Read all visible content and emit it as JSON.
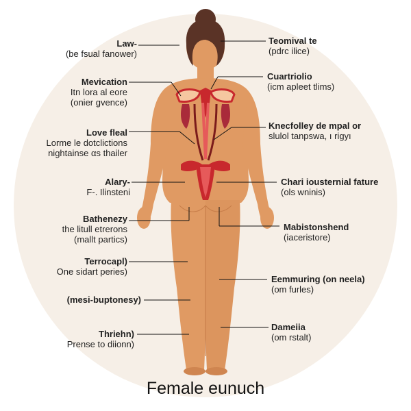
{
  "title": "Female eunuch",
  "labels_left": [
    {
      "title": "Law-",
      "sub": [
        "(be fsual fanower)"
      ]
    },
    {
      "title": "Mevication",
      "sub": [
        "Itn lora al eore",
        "(onier gvence)"
      ]
    },
    {
      "title": "Love fleal",
      "sub": [
        "Lorme le dotclictions",
        "nightainse αs thailer"
      ]
    },
    {
      "title": "Alary-",
      "sub": [
        "F-. Ilinsteni"
      ]
    },
    {
      "title": "Bathenezy",
      "sub": [
        "the litull etrerons",
        "(mallt partics)"
      ]
    },
    {
      "title": "Terrocapl)",
      "sub": [
        "One sidart peries)"
      ]
    },
    {
      "title": "(mesi-buptonesy)",
      "sub": []
    },
    {
      "title": "Thriehn)",
      "sub": [
        "Prense to diionn)"
      ]
    }
  ],
  "labels_right": [
    {
      "title": "Teomival te",
      "sub": [
        "(pdrc ilice)"
      ]
    },
    {
      "title": "Cuartriolio",
      "sub": [
        "(icm apleet tlims)"
      ]
    },
    {
      "title": "Knecfolley de mpal or",
      "sub": [
        "slulol tanpswa, ı rigyı"
      ]
    },
    {
      "title": "Chari iousternial fature",
      "sub": [
        "(ols wninis)"
      ]
    },
    {
      "title": "Mabistonshend",
      "sub": [
        "(iaceristore)"
      ]
    },
    {
      "title": "Eemmuring (on neela)",
      "sub": [
        "(om furles)"
      ]
    },
    {
      "title": "Dameiia",
      "sub": [
        "(om rstalt)"
      ]
    }
  ],
  "colors": {
    "skin": "#e09a63",
    "skin_shade": "#cf8550",
    "hair": "#5a3326",
    "organ": "#c8282d",
    "organ_light": "#e65a5a",
    "organ_pale": "#f5c7a0"
  }
}
